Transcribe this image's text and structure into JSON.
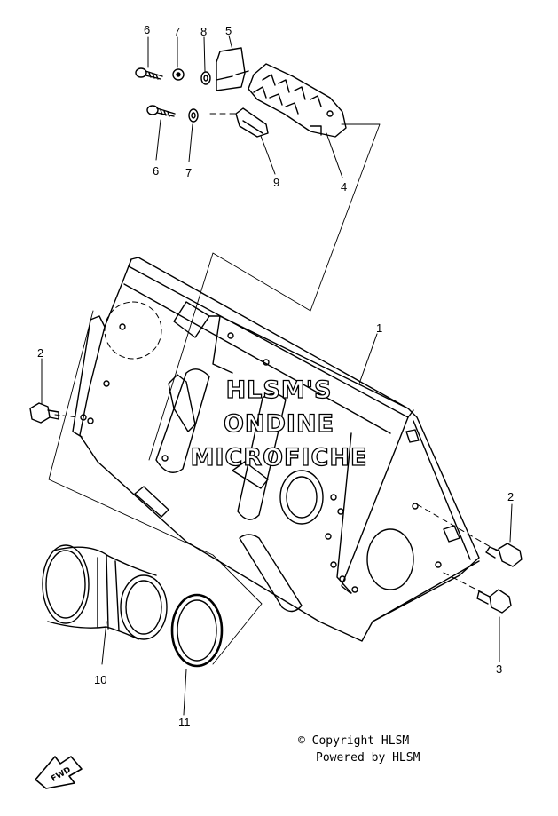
{
  "callouts": {
    "c6_top": "6",
    "c7_top": "7",
    "c8": "8",
    "c5": "5",
    "c6_bottom": "6",
    "c7_bottom": "7",
    "c9": "9",
    "c4": "4",
    "c1": "1",
    "c2_left": "2",
    "c2_right": "2",
    "c3": "3",
    "c10": "10",
    "c11": "11"
  },
  "watermark": {
    "line1": "HLSM'S",
    "line2": "ONDINE",
    "line3": "MICROFICHE"
  },
  "footer": {
    "copyright": "© Copyright HLSM",
    "powered": "Powered by HLSM"
  },
  "fwd_badge": "FWD",
  "colors": {
    "line": "#000000",
    "background": "#ffffff"
  }
}
